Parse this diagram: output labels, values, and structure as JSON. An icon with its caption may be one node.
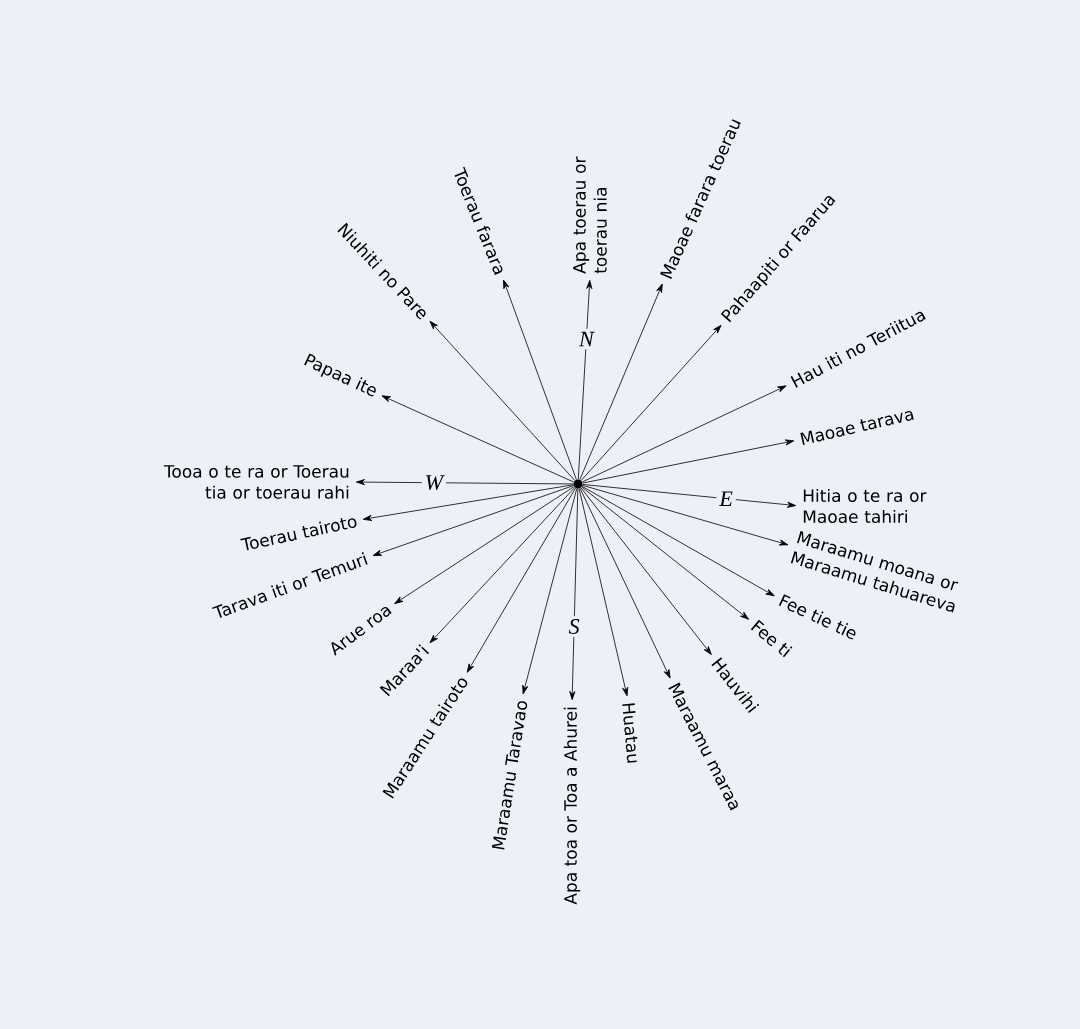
{
  "diagram": {
    "nodes": [
      {
        "text": [],
        "shape": "circle"
      },
      {
        "text": [
          "Apa toerau or toerau nia"
        ]
      },
      {
        "text": [
          "Maoae farara toerau"
        ]
      },
      {
        "text": [
          "Pahaapiti or Faarua"
        ]
      },
      {
        "text": [
          "Hau iti no Teriitua"
        ]
      },
      {
        "text": [
          "Maoae tarava"
        ]
      },
      {
        "text": [
          "Hitia o te ra or Maoae tahiri"
        ]
      },
      {
        "text": [
          "Maraamu moana or Maraamu tahuareva"
        ]
      },
      {
        "text": [
          "Fee tie tie"
        ]
      },
      {
        "text": [
          "Fee ti"
        ]
      },
      {
        "text": [
          "Hauvihi"
        ]
      },
      {
        "text": [
          "Maraamu maraa"
        ]
      },
      {
        "text": [
          "Huatau"
        ]
      },
      {
        "text": [
          "Apa toa or Toa a Ahurei"
        ]
      },
      {
        "text": [
          "Maraamu Taravao"
        ]
      },
      {
        "text": [
          "Maraamu tairoto"
        ]
      },
      {
        "text": [
          "Maraa'i"
        ]
      },
      {
        "text": [
          "Arue roa"
        ]
      },
      {
        "text": [
          "Tarava iti or Temuri"
        ]
      },
      {
        "text": [
          "Toerau tairoto"
        ]
      },
      {
        "text": [
          "Tooa o te ra or Toerau tia or toerau rahi"
        ]
      },
      {
        "text": [
          "Papaa ite"
        ]
      },
      {
        "text": [
          "Niuhiti no Pare"
        ]
      },
      {
        "text": [
          "Toerau farara"
        ]
      }
    ],
    "edges": [
      {
        "from": 0,
        "to": 1,
        "arrow": "to",
        "label": "N"
      },
      {
        "from": 0,
        "to": 2,
        "arrow": "to"
      },
      {
        "from": 0,
        "to": 3,
        "arrow": "to"
      },
      {
        "from": 0,
        "to": 4,
        "arrow": "to"
      },
      {
        "from": 0,
        "to": 5,
        "arrow": "to"
      },
      {
        "from": 0,
        "to": 6,
        "arrow": "to",
        "label": "E"
      },
      {
        "from": 0,
        "to": 7,
        "arrow": "to"
      },
      {
        "from": 0,
        "to": 8,
        "arrow": "to"
      },
      {
        "from": 0,
        "to": 9,
        "arrow": "to"
      },
      {
        "from": 0,
        "to": 10,
        "arrow": "to"
      },
      {
        "from": 0,
        "to": 11,
        "arrow": "to"
      },
      {
        "from": 0,
        "to": 12,
        "arrow": "to"
      },
      {
        "from": 0,
        "to": 13,
        "arrow": "to",
        "label": "S"
      },
      {
        "from": 0,
        "to": 14,
        "arrow": "to"
      },
      {
        "from": 0,
        "to": 15,
        "arrow": "to"
      },
      {
        "from": 0,
        "to": 16,
        "arrow": "to"
      },
      {
        "from": 0,
        "to": 17,
        "arrow": "to"
      },
      {
        "from": 0,
        "to": 18,
        "arrow": "to"
      },
      {
        "from": 0,
        "to": 19,
        "arrow": "to"
      },
      {
        "from": 0,
        "to": 20,
        "arrow": "to",
        "label": "W"
      },
      {
        "from": 0,
        "to": 21,
        "arrow": "to"
      },
      {
        "from": 0,
        "to": 22,
        "arrow": "to"
      },
      {
        "from": 0,
        "to": 23,
        "arrow": "to"
      }
    ]
  }
}
